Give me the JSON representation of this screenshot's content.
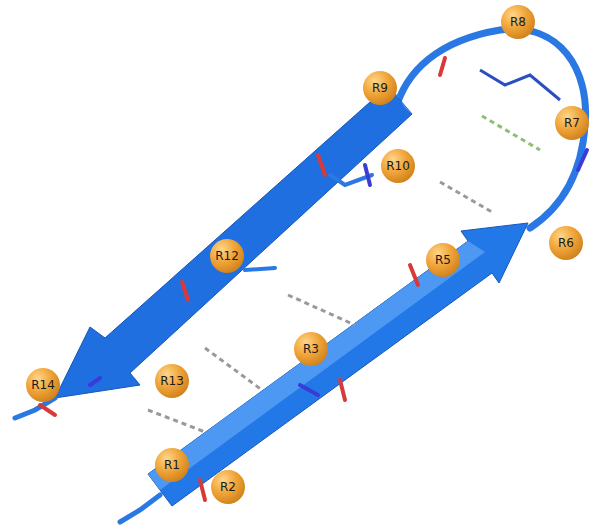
{
  "diagram": {
    "nodes": [
      {
        "text": [
          "R1"
        ]
      },
      {
        "text": [
          "R2"
        ]
      },
      {
        "text": [
          "R3"
        ]
      },
      {
        "text": [
          "R5"
        ]
      },
      {
        "text": [
          "R6"
        ]
      },
      {
        "text": [
          "R7"
        ]
      },
      {
        "text": [
          "R8"
        ]
      },
      {
        "text": [
          "R9"
        ]
      },
      {
        "text": [
          "R10"
        ]
      },
      {
        "text": [
          "R12"
        ]
      },
      {
        "text": [
          "R13"
        ]
      },
      {
        "text": [
          "R14"
        ]
      }
    ]
  }
}
